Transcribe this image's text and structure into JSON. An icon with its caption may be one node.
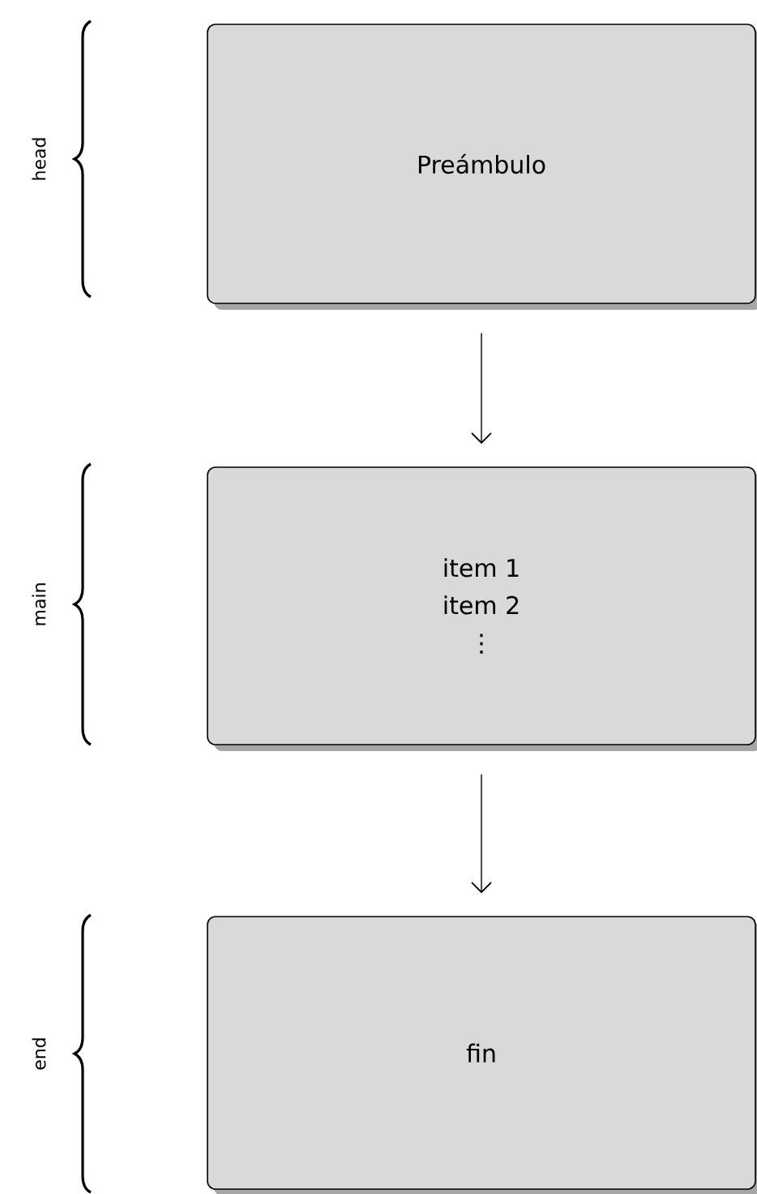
{
  "diagram": {
    "nodes": [
      {
        "text": [
          "Preámbulo"
        ]
      },
      {
        "text": [
          "item 1",
          "item 2",
          "⋮"
        ]
      },
      {
        "text": [
          "fin"
        ]
      }
    ],
    "edges": [
      {
        "from": 0,
        "to": 1,
        "arrow": "to"
      },
      {
        "from": 1,
        "to": 2,
        "arrow": "to"
      }
    ],
    "labels": [
      "head",
      "main",
      "end"
    ]
  }
}
